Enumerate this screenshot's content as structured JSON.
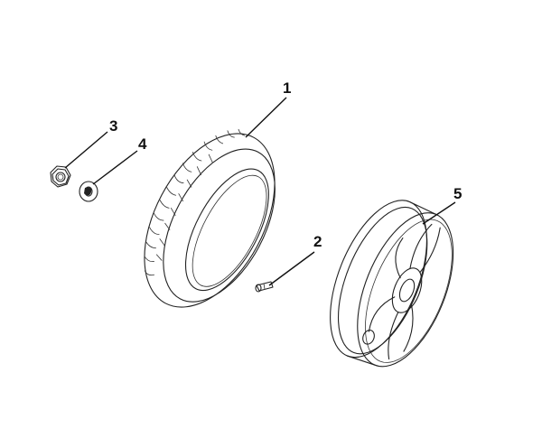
{
  "diagram": {
    "parts": [
      {
        "number": "1",
        "part": "tire"
      },
      {
        "number": "2",
        "part": "valve-stem"
      },
      {
        "number": "3",
        "part": "axle-nut"
      },
      {
        "number": "4",
        "part": "washer"
      },
      {
        "number": "5",
        "part": "rim"
      }
    ],
    "callouts": {
      "tire": "1",
      "valve": "2",
      "nut": "3",
      "washer": "4",
      "rim": "5"
    },
    "colors": {
      "line": "#222222",
      "background": "#ffffff"
    }
  }
}
